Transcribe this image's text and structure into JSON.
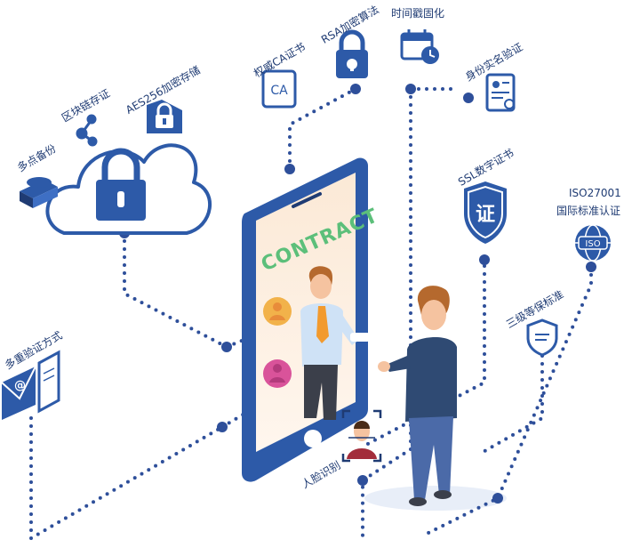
{
  "features": {
    "multi_backup": "多点备份",
    "blockchain": "区块链存证",
    "aes": "AES256加密存储",
    "ca": "权威CA证书",
    "rsa": "RSA加密算法",
    "timestamp": "时间戳固化",
    "identity": "身份实名验证",
    "ssl": "SSL数字证书",
    "iso_line1": "ISO27001",
    "iso_line2": "国际标准认证",
    "level3": "三级等保标准",
    "multi_auth": "多重验证方式",
    "face": "人脸识别"
  },
  "phone": {
    "contract_text": "CONTRACT"
  },
  "icon_text": {
    "ca": "CA",
    "ssl_glyph": "证",
    "iso": "ISO"
  },
  "colors": {
    "navy": "#1f3b73",
    "blue": "#2d5aa8",
    "dot": "#2e4f9a",
    "green": "#5cbf7a",
    "orange": "#f4b183"
  }
}
